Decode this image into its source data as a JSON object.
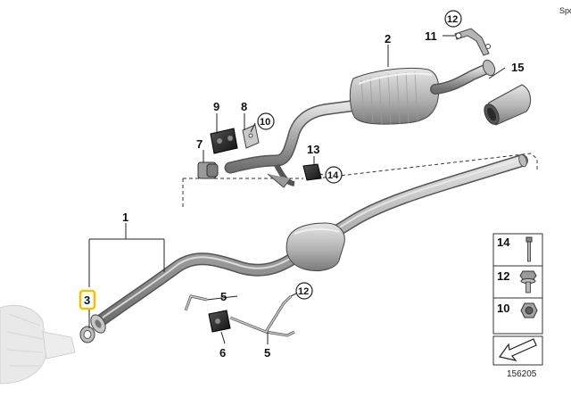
{
  "corner_text": "Spo",
  "diagram_number": "156205",
  "callouts": [
    {
      "id": "1",
      "circled": false,
      "highlighted": false
    },
    {
      "id": "2",
      "circled": false,
      "highlighted": false
    },
    {
      "id": "3",
      "circled": false,
      "highlighted": true
    },
    {
      "id": "5",
      "circled": false,
      "highlighted": false
    },
    {
      "id": "5",
      "circled": false,
      "highlighted": false
    },
    {
      "id": "6",
      "circled": false,
      "highlighted": false
    },
    {
      "id": "7",
      "circled": false,
      "highlighted": false
    },
    {
      "id": "8",
      "circled": false,
      "highlighted": false
    },
    {
      "id": "9",
      "circled": false,
      "highlighted": false
    },
    {
      "id": "10",
      "circled": true,
      "highlighted": false
    },
    {
      "id": "11",
      "circled": false,
      "highlighted": false
    },
    {
      "id": "12",
      "circled": true,
      "highlighted": false
    },
    {
      "id": "12",
      "circled": true,
      "highlighted": false
    },
    {
      "id": "13",
      "circled": false,
      "highlighted": false
    },
    {
      "id": "14",
      "circled": true,
      "highlighted": false
    },
    {
      "id": "15",
      "circled": false,
      "highlighted": false
    }
  ],
  "legend": [
    {
      "id": "14",
      "icon": "bolt-icon"
    },
    {
      "id": "12",
      "icon": "hex-bolt-washer-icon"
    },
    {
      "id": "10",
      "icon": "hex-nut-icon"
    }
  ],
  "colors": {
    "highlight": "#f2c200",
    "pipe": "#9a9a9a",
    "pipe_dark": "#6f6f6f",
    "pipe_light": "#d2d2d2",
    "outline": "#333333"
  }
}
